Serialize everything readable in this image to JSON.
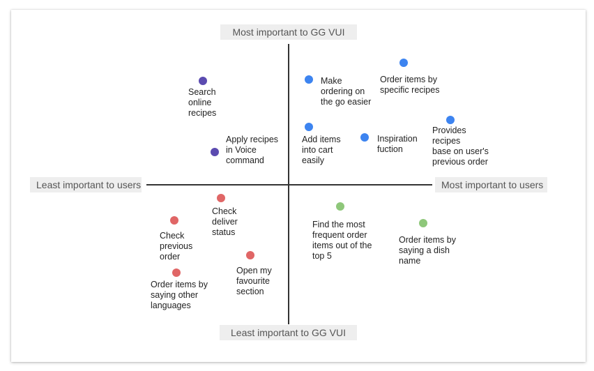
{
  "axes": {
    "top": "Most important to GG VUI",
    "bottom": "Least important to GG VUI",
    "left": "Least important to users",
    "right": "Most important to users"
  },
  "colors": {
    "purple": "#5b4bb0",
    "blue": "#3d84f0",
    "red": "#e06666",
    "green": "#8ec77a"
  },
  "items": [
    {
      "id": "search-online-recipes",
      "lines": [
        "Search",
        "online",
        "recipes"
      ],
      "color": "purple"
    },
    {
      "id": "apply-recipes-voice",
      "lines": [
        "Apply recipes",
        "in Voice",
        "command"
      ],
      "color": "purple"
    },
    {
      "id": "make-ordering-easier",
      "lines": [
        "Make",
        "ordering on",
        "the go easier"
      ],
      "color": "blue"
    },
    {
      "id": "order-by-recipes",
      "lines": [
        "Order items by",
        "specific recipes"
      ],
      "color": "blue"
    },
    {
      "id": "add-items-cart",
      "lines": [
        "Add items",
        "into cart",
        "easily"
      ],
      "color": "blue"
    },
    {
      "id": "inspiration-fuction",
      "lines": [
        "Inspiration",
        "fuction"
      ],
      "color": "blue"
    },
    {
      "id": "provides-recipes",
      "lines": [
        "Provides",
        "recipes",
        "base on user's",
        "previous order"
      ],
      "color": "blue"
    },
    {
      "id": "check-deliver-status",
      "lines": [
        "Check",
        "deliver",
        "status"
      ],
      "color": "red"
    },
    {
      "id": "check-previous-order",
      "lines": [
        "Check",
        "previous",
        "order"
      ],
      "color": "red"
    },
    {
      "id": "open-favourite-section",
      "lines": [
        "Open my",
        "favourite",
        "section"
      ],
      "color": "red"
    },
    {
      "id": "order-other-languages",
      "lines": [
        "Order items by",
        "saying other",
        "languages"
      ],
      "color": "red"
    },
    {
      "id": "find-frequent-items",
      "lines": [
        "Find the most",
        "frequent order",
        "items out of the",
        "top 5"
      ],
      "color": "green"
    },
    {
      "id": "order-dish-name",
      "lines": [
        "Order items by",
        "saying a dish",
        "name"
      ],
      "color": "green"
    }
  ]
}
